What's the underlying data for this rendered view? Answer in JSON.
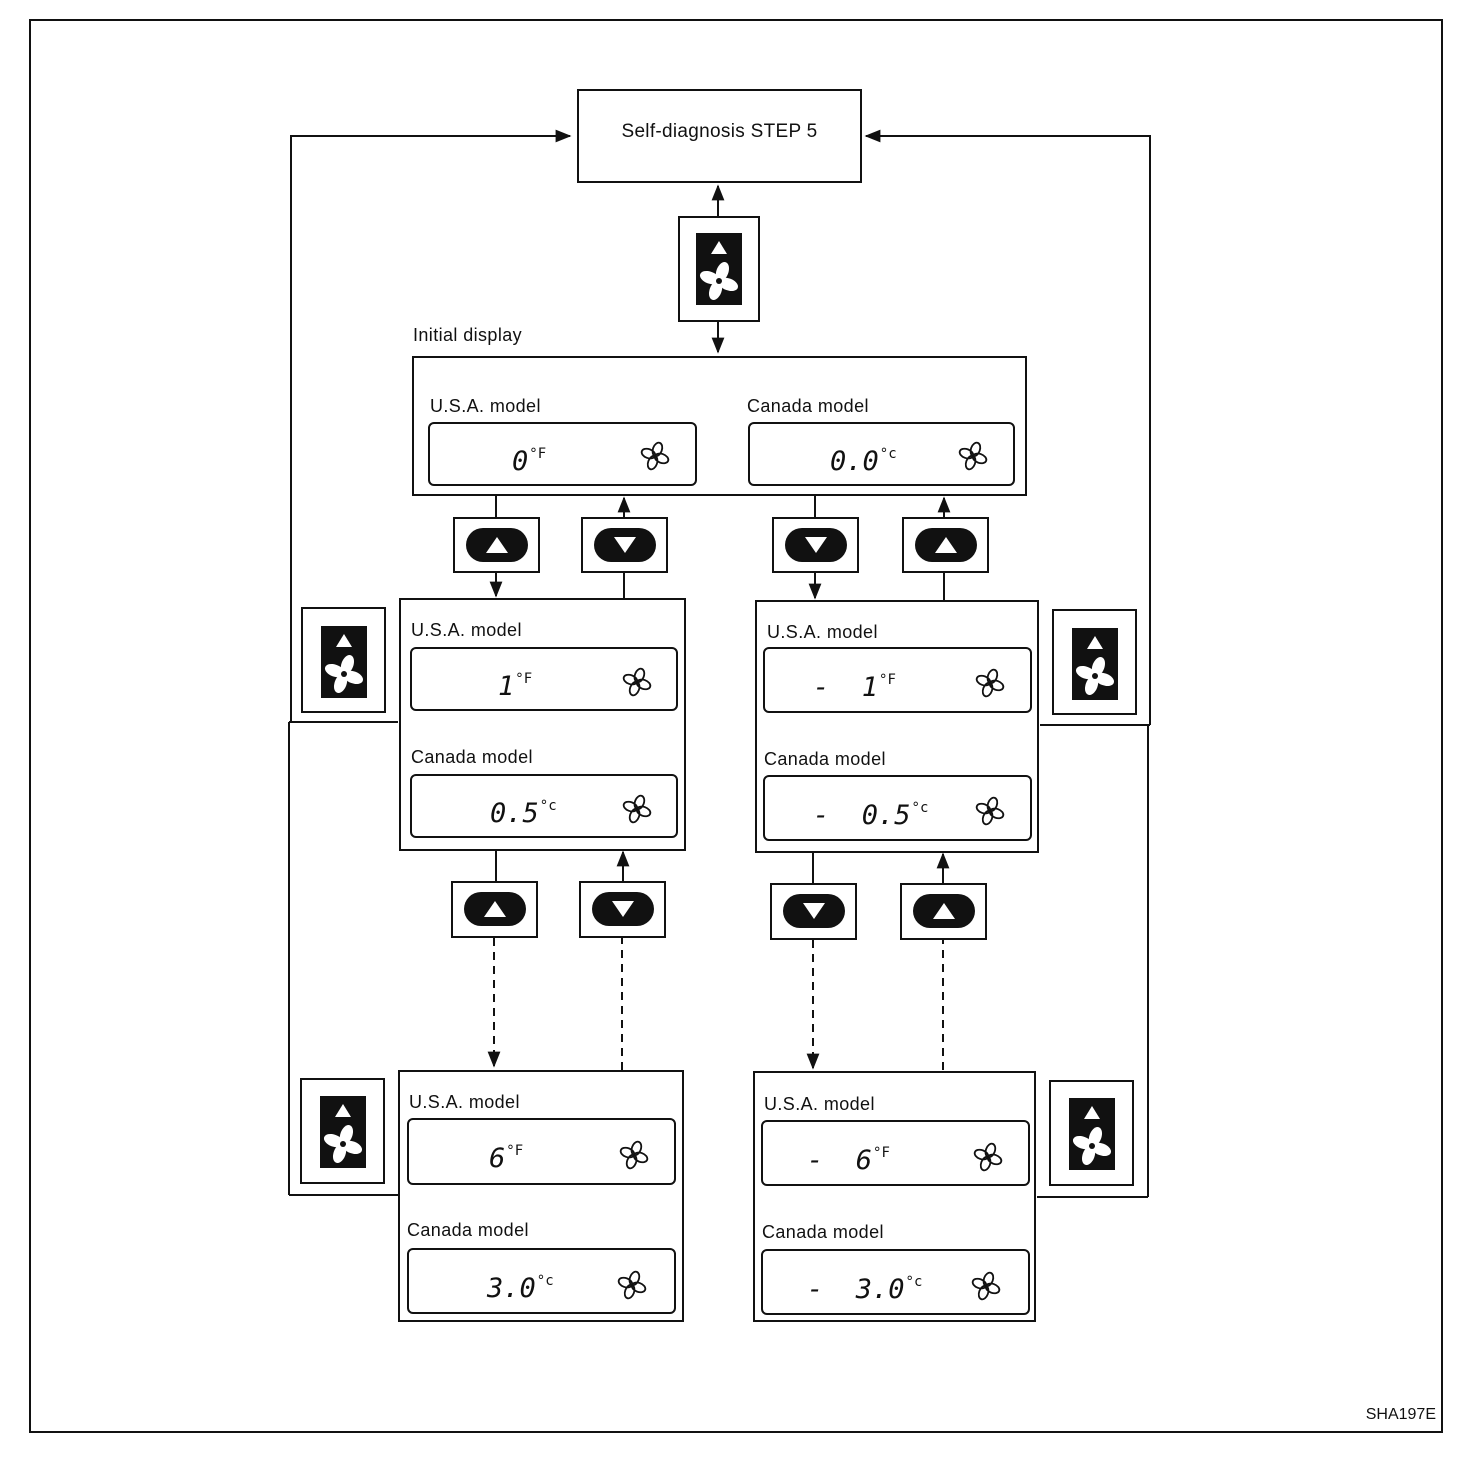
{
  "step_box": {
    "label": "Self-diagnosis STEP 5"
  },
  "initial_display": {
    "caption": "Initial display",
    "usa": {
      "label": "U.S.A. model",
      "value": "0",
      "unit": "°F"
    },
    "canada": {
      "label": "Canada model",
      "value": "0.0",
      "unit": "°c"
    }
  },
  "increase_step": {
    "usa": {
      "label": "U.S.A. model",
      "value": "1",
      "unit": "°F"
    },
    "canada": {
      "label": "Canada model",
      "value": "0.5",
      "unit": "°c"
    }
  },
  "decrease_step": {
    "usa": {
      "label": "U.S.A. model",
      "value": "-  1",
      "unit": "°F"
    },
    "canada": {
      "label": "Canada model",
      "value": "-  0.5",
      "unit": "°c"
    }
  },
  "increase_max": {
    "usa": {
      "label": "U.S.A. model",
      "value": "6",
      "unit": "°F"
    },
    "canada": {
      "label": "Canada model",
      "value": "3.0",
      "unit": "°c"
    }
  },
  "decrease_max": {
    "usa": {
      "label": "U.S.A. model",
      "value": "-  6",
      "unit": "°F"
    },
    "canada": {
      "label": "Canada model",
      "value": "-  3.0",
      "unit": "°c"
    }
  },
  "figure_code": "SHA197E",
  "icons": {
    "up_button": "triangle-up-icon",
    "down_button": "triangle-down-icon",
    "fan_button": "fan-up-button-icon",
    "fan_display": "fan-icon"
  }
}
